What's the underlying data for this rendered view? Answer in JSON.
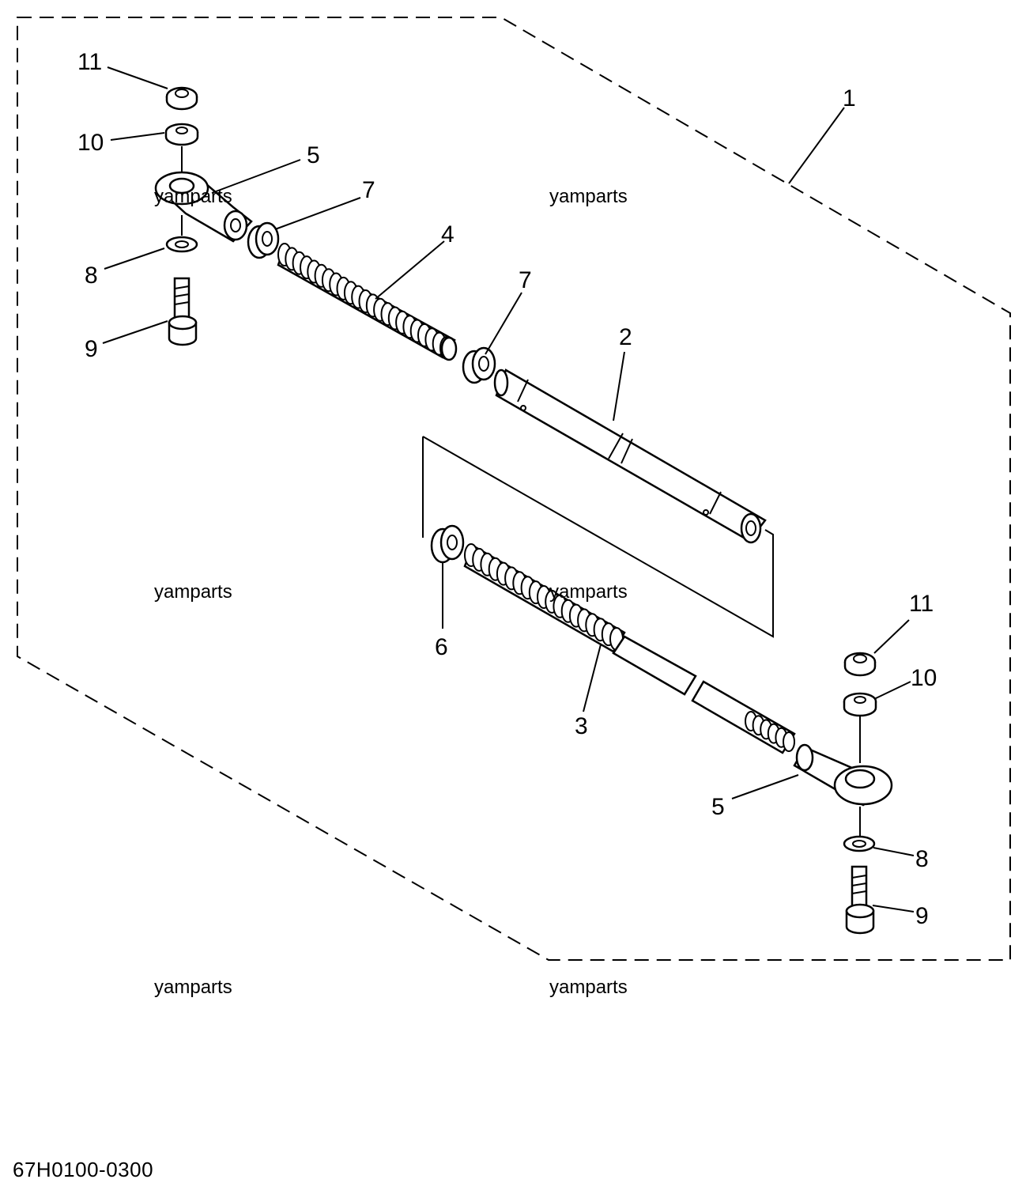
{
  "diagram": {
    "labels": {
      "l1": "1",
      "l2": "2",
      "l3": "3",
      "l4": "4",
      "l5a": "5",
      "l5b": "5",
      "l6": "6",
      "l7a": "7",
      "l7b": "7",
      "l8a": "8",
      "l8b": "8",
      "l9a": "9",
      "l9b": "9",
      "l10a": "10",
      "l10b": "10",
      "l11a": "11",
      "l11b": "11"
    },
    "watermarks": [
      "yamparts",
      "yamparts",
      "yamparts",
      "yamparts",
      "yamparts",
      "yamparts"
    ],
    "code": "67H0100-0300",
    "colors": {
      "line": "#000000",
      "background": "#ffffff"
    }
  }
}
